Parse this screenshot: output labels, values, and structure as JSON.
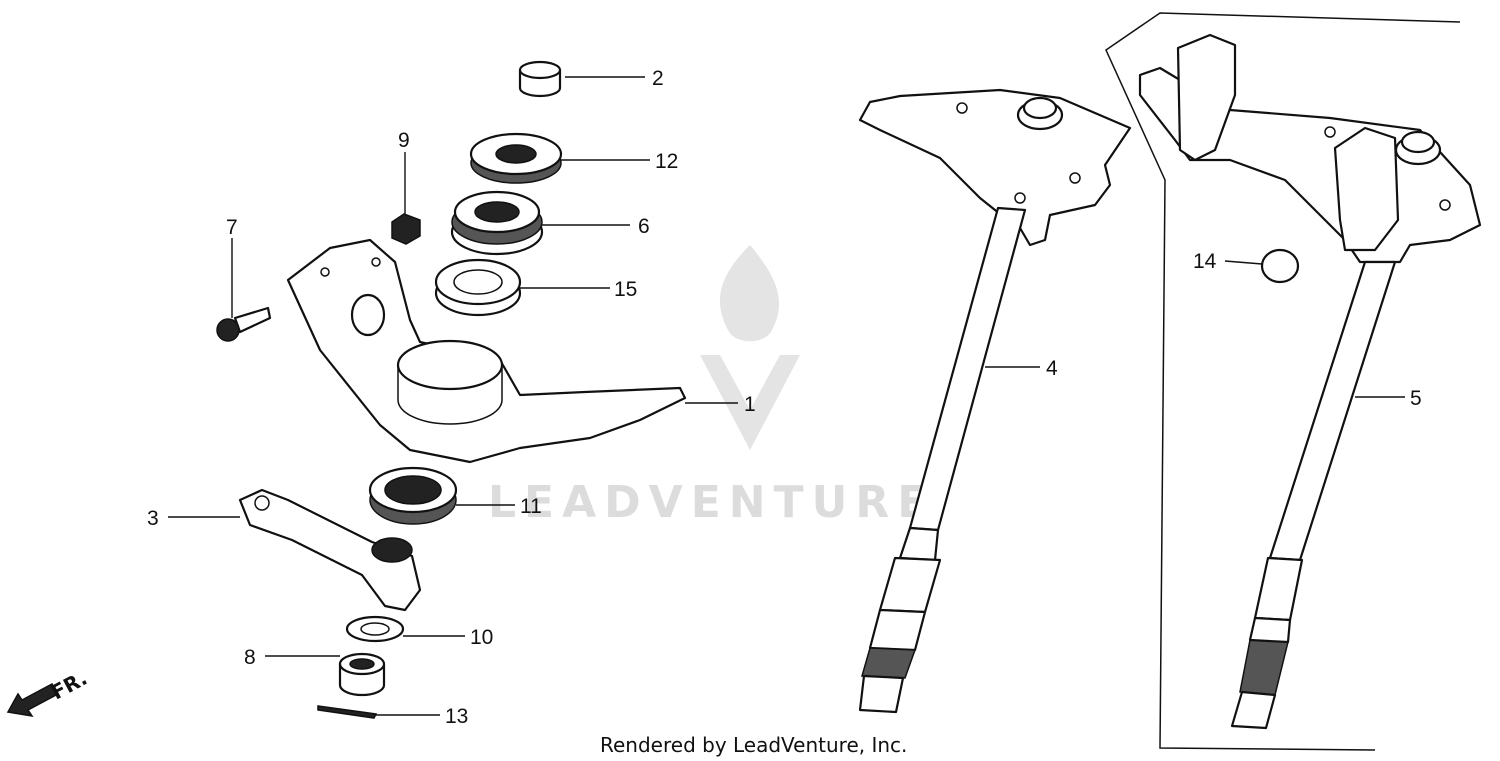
{
  "diagram": {
    "callouts": [
      {
        "id": "c2",
        "text": "2"
      },
      {
        "id": "c12",
        "text": "12"
      },
      {
        "id": "c9",
        "text": "9"
      },
      {
        "id": "c6",
        "text": "6"
      },
      {
        "id": "c7",
        "text": "7"
      },
      {
        "id": "c15",
        "text": "15"
      },
      {
        "id": "c1",
        "text": "1"
      },
      {
        "id": "c11",
        "text": "11"
      },
      {
        "id": "c3",
        "text": "3"
      },
      {
        "id": "c10",
        "text": "10"
      },
      {
        "id": "c8",
        "text": "8"
      },
      {
        "id": "c13",
        "text": "13"
      },
      {
        "id": "c4",
        "text": "4"
      },
      {
        "id": "c14",
        "text": "14"
      },
      {
        "id": "c5",
        "text": "5"
      }
    ],
    "direction_label": "FR.",
    "watermark": "LEADVENTURE",
    "footer": "Rendered by LeadVenture, Inc."
  }
}
